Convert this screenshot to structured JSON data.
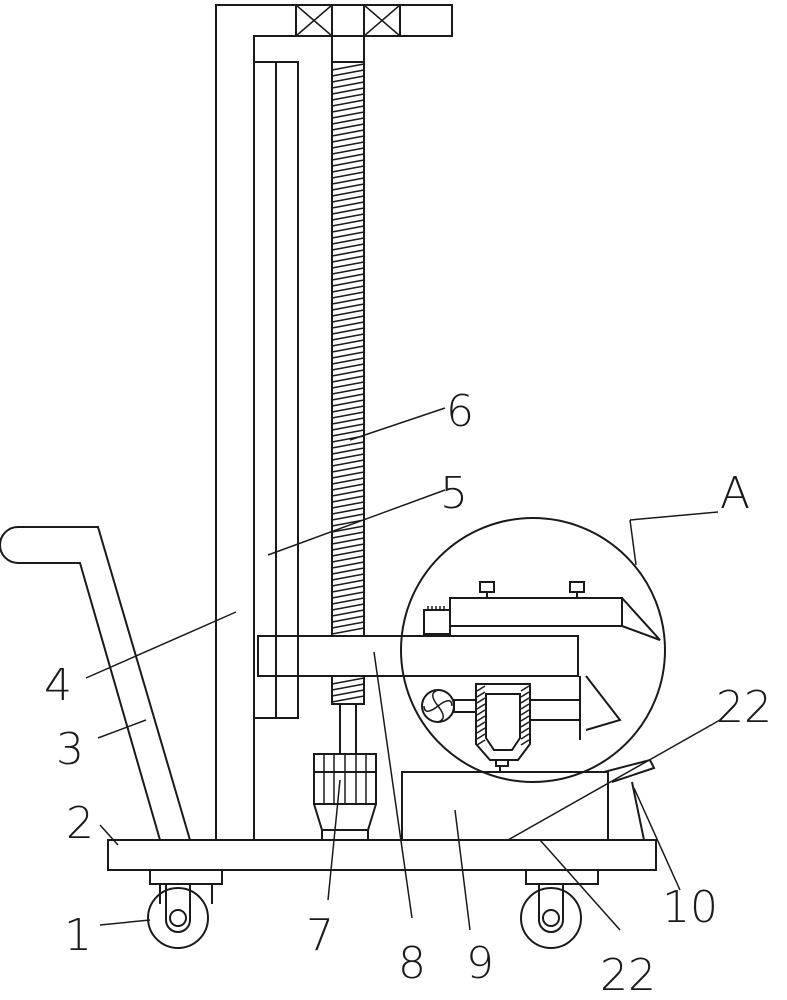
{
  "labels": {
    "wheel": "1",
    "base_plate": "2",
    "handle": "3",
    "column": "4",
    "guide_rail": "5",
    "lead_screw": "6",
    "motor": "7",
    "lift_arm": "8",
    "box": "9",
    "support": "10",
    "part_22_upper": "22",
    "part_22_lower": "22",
    "detail_view": "A"
  }
}
